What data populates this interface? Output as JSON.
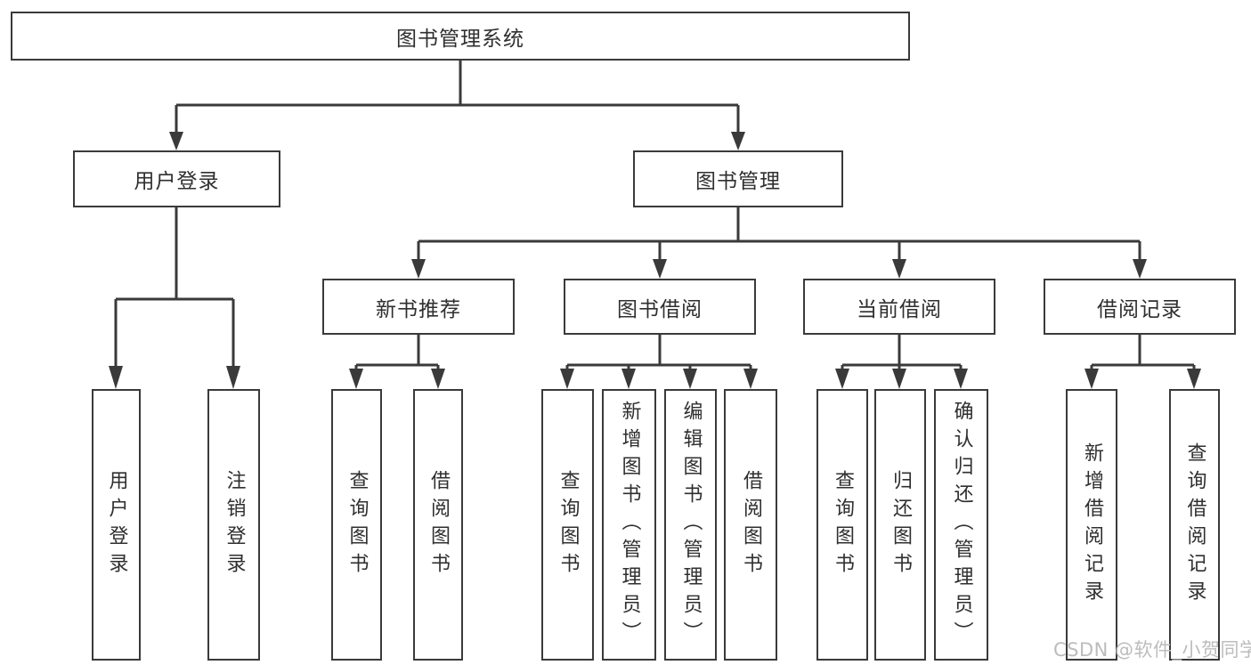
{
  "diagram": {
    "title_node": {
      "label": "图书管理系统"
    },
    "level2": [
      {
        "label": "用户登录"
      },
      {
        "label": "图书管理"
      }
    ],
    "level3": [
      {
        "label": "新书推荐"
      },
      {
        "label": "图书借阅"
      },
      {
        "label": "当前借阅"
      },
      {
        "label": "借阅记录"
      }
    ],
    "leaves": [
      {
        "label": "用户登录"
      },
      {
        "label": "注销登录"
      },
      {
        "label": "查询图书"
      },
      {
        "label": "借阅图书"
      },
      {
        "label": "查询图书"
      },
      {
        "label": "新增图书（管理员）"
      },
      {
        "label": "编辑图书（管理员）"
      },
      {
        "label": "借阅图书"
      },
      {
        "label": "查询图书"
      },
      {
        "label": "归还图书"
      },
      {
        "label": "确认归还（管理员）"
      },
      {
        "label": "新增借阅记录"
      },
      {
        "label": "查询借阅记录"
      }
    ],
    "line_color": "#3a3a3a"
  },
  "watermark": {
    "text": "CSDN @软件_小贺同学",
    "color": "#bcbcbc"
  }
}
